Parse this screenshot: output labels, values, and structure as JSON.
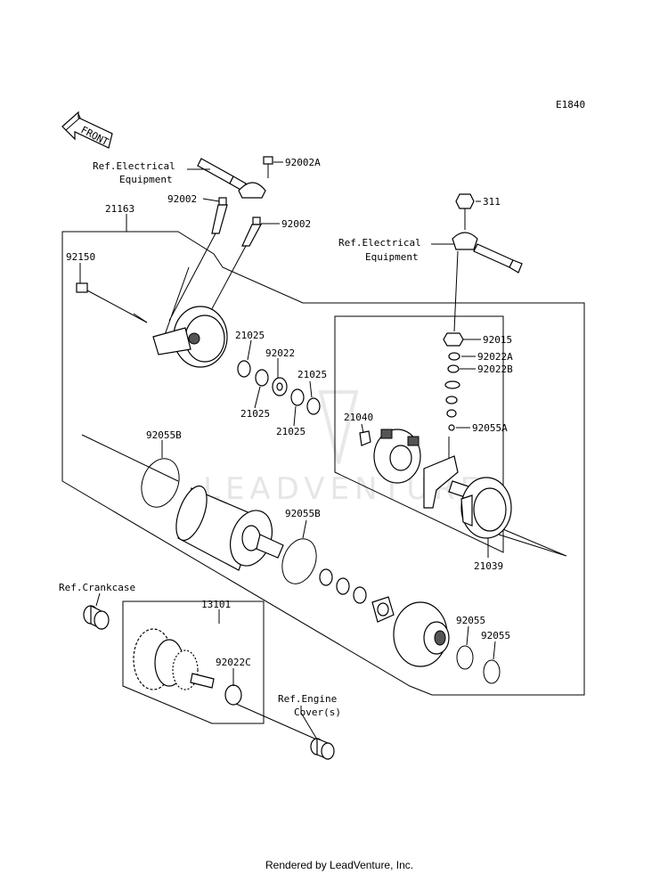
{
  "diagram_code": "E1840",
  "front_label": "FRONT",
  "watermark": "LEADVENTURE",
  "footer": "Rendered by LeadVenture, Inc.",
  "labels": {
    "ref_electrical_1a": "Ref.Electrical",
    "ref_electrical_1b": "Equipment",
    "p92002A": "92002A",
    "p92002_a": "92002",
    "p21163": "21163",
    "p92002_b": "92002",
    "p311": "311",
    "ref_electrical_2a": "Ref.Electrical",
    "ref_electrical_2b": "Equipment",
    "p92150": "92150",
    "p92015": "92015",
    "p92022A": "92022A",
    "p92022B": "92022B",
    "p21025_a": "21025",
    "p92022": "92022",
    "p21025_b": "21025",
    "p21025_c": "21025",
    "p21025_d": "21025",
    "p21040": "21040",
    "p92055A": "92055A",
    "p92055B_a": "92055B",
    "p92055B_b": "92055B",
    "p21039": "21039",
    "ref_crankcase": "Ref.Crankcase",
    "p13101": "13101",
    "p92055_a": "92055",
    "p92055_b": "92055",
    "p92022C": "92022C",
    "ref_engine_a": "Ref.Engine",
    "ref_engine_b": "Cover(s)"
  }
}
